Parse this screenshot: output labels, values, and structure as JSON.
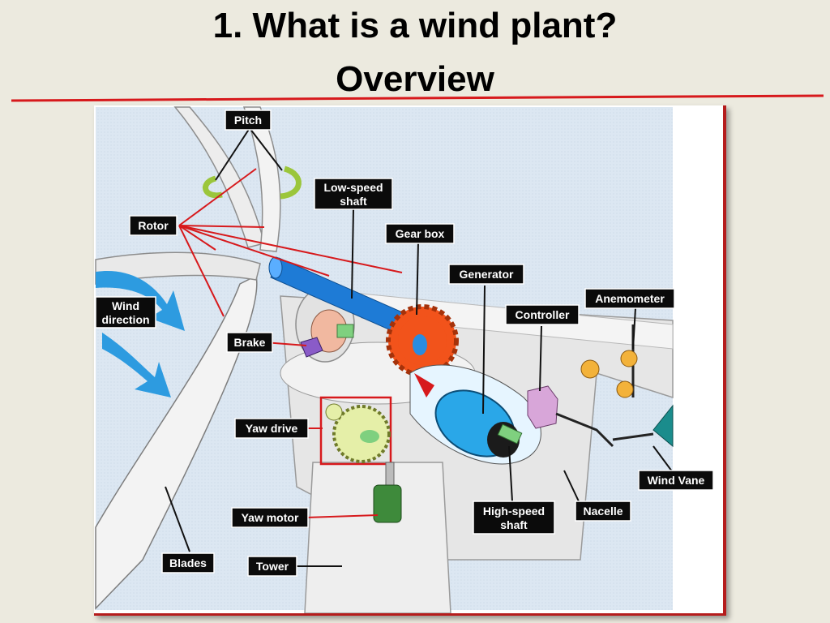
{
  "slide": {
    "title_line_1": "1. What is a wind plant?",
    "title_line_2": "Overview"
  },
  "colors": {
    "background": "#ECEADF",
    "rule": "#D7191C",
    "sky": "#DCE7F2",
    "label_bg": "#0B0B0B",
    "label_text": "#FFFFFF",
    "leader_red": "#D7191C",
    "gear": "#F2531B",
    "shaft": "#1E7BD6",
    "generator": "#2AA7E8",
    "wind_arrow": "#2D9BE0",
    "yaw_gear": "#E5EFA8",
    "yaw_motor": "#3E8A3B",
    "controller": "#D8A6D9",
    "anemometer": "#F3B23A",
    "wind_vane": "#1A8C8C"
  },
  "labels": {
    "pitch": "Pitch",
    "rotor": "Rotor",
    "low_speed_1": "Low-speed",
    "low_speed_2": "shaft",
    "gear_box": "Gear box",
    "generator": "Generator",
    "anemometer": "Anemometer",
    "controller": "Controller",
    "wind_1": "Wind",
    "wind_2": "direction",
    "brake": "Brake",
    "yaw_drive": "Yaw drive",
    "wind_vane": "Wind Vane",
    "yaw_motor": "Yaw motor",
    "high_speed_1": "High-speed",
    "high_speed_2": "shaft",
    "nacelle": "Nacelle",
    "blades": "Blades",
    "tower": "Tower"
  }
}
